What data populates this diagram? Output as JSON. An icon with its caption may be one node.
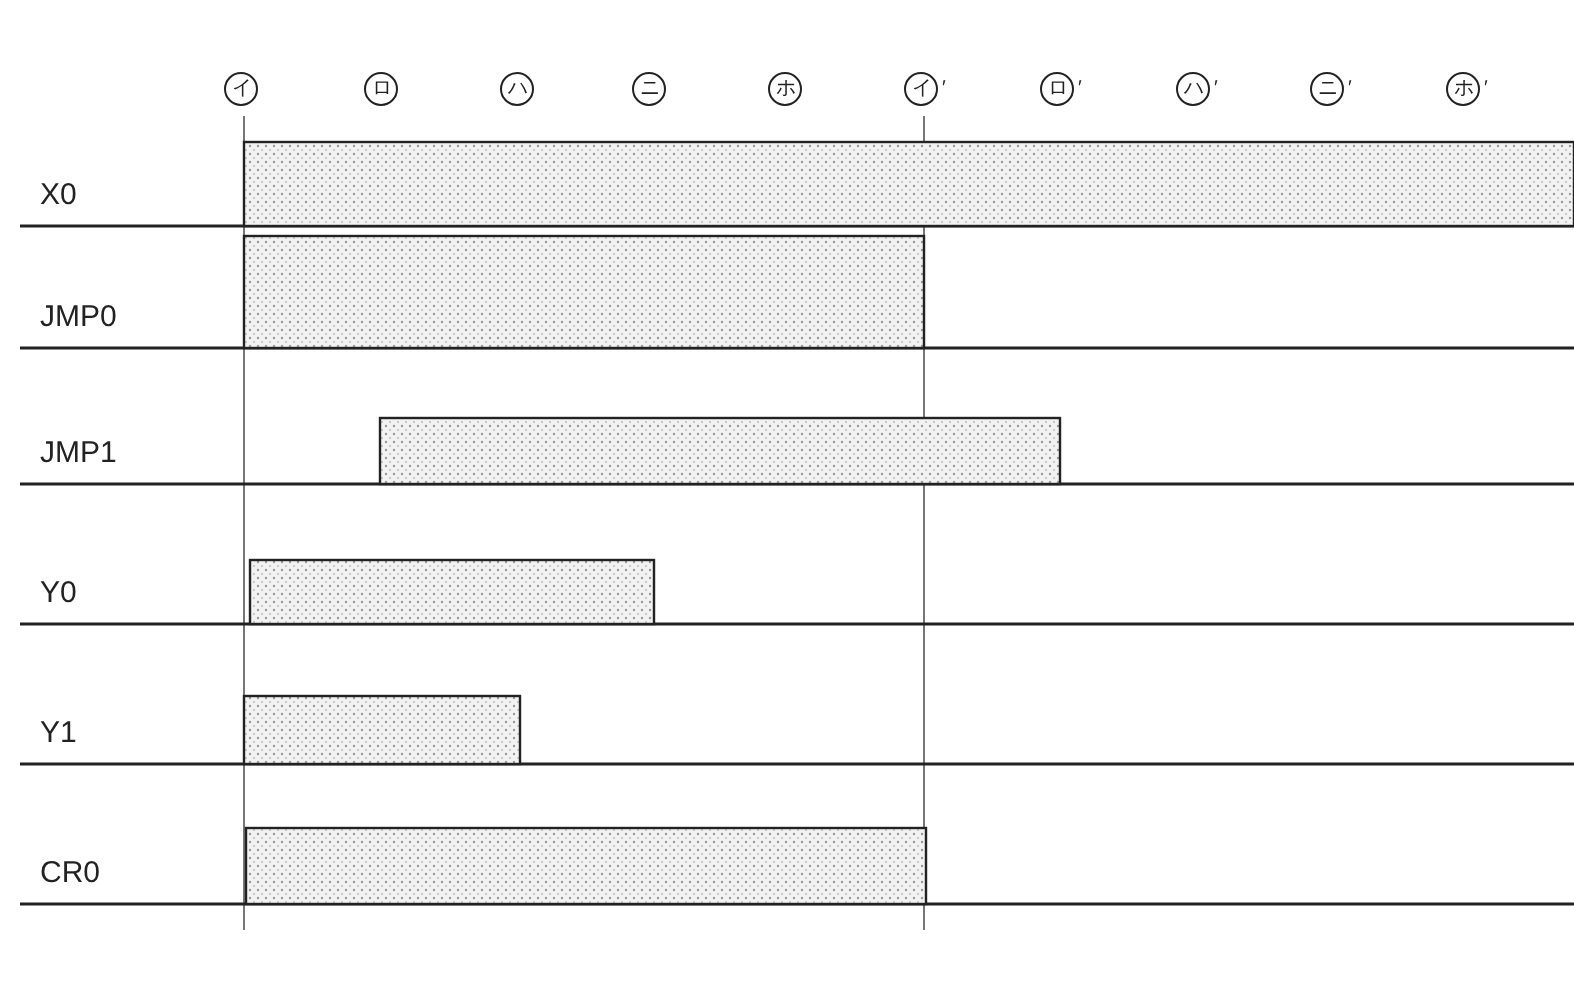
{
  "diagram": {
    "nodes": [
      {
        "text": [],
        "shape": "bar"
      },
      {
        "text": [],
        "shape": "bar"
      },
      {
        "text": [],
        "shape": "bar"
      },
      {
        "text": [],
        "shape": "bar"
      },
      {
        "text": [],
        "shape": "bar"
      },
      {
        "text": [],
        "shape": "bar"
      }
    ],
    "labels": [
      "イ",
      "ロ",
      "ハ",
      "ニ",
      "ホ",
      "イ′",
      "ロ′",
      "ハ′",
      "ニ′",
      "ホ′",
      "X0",
      "JMP0",
      "JMP1",
      "Y0",
      "Y1",
      "CR0"
    ]
  }
}
